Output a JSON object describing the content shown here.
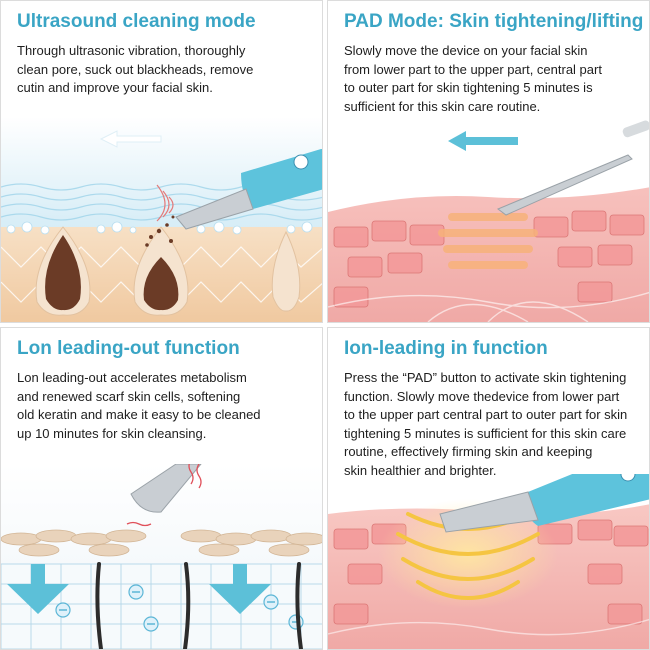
{
  "panels": [
    {
      "title": "Ultrasound cleaning mode",
      "lines": [
        "Through ultrasonic vibration, thoroughly",
        "clean pore, suck out blackheads, remove",
        "cutin and improve your facial skin."
      ]
    },
    {
      "title": "PAD Mode: Skin tightening/lifting",
      "lines": [
        "Slowly move the device on your facial skin",
        "from lower part to the upper part, central part",
        "to outer part for skin tightening 5 minutes is",
        "sufficient for this skin care routine."
      ]
    },
    {
      "title": "Lon leading-out function",
      "lines": [
        "Lon leading-out accelerates metabolism",
        "and renewed scarf skin cells, softening",
        "old keratin and make it easy to be cleaned",
        "up 10 minutes for skin cleansing."
      ]
    },
    {
      "title": "Ion-leading in function",
      "lines": [
        "Press the “PAD” button to activate skin tightening",
        "function. Slowly move thedevice from lower part",
        "to the upper part central part to outer part for skin",
        "tightening 5 minutes is sufficient for this skin care",
        "routine, effectively firming skin and keeping",
        "skin healthier and brighter."
      ]
    }
  ],
  "colors": {
    "title": "#3aa5c5",
    "device": "#5dc3dc",
    "arrow": "#5cc0d8",
    "skin_pink": "#f3b8b8",
    "skin_cells": "#e88a8a",
    "heat_glow": "#f5c542"
  },
  "icons": [
    "left-arrow-icon",
    "down-arrow-icon",
    "cleaning-device-icon"
  ]
}
